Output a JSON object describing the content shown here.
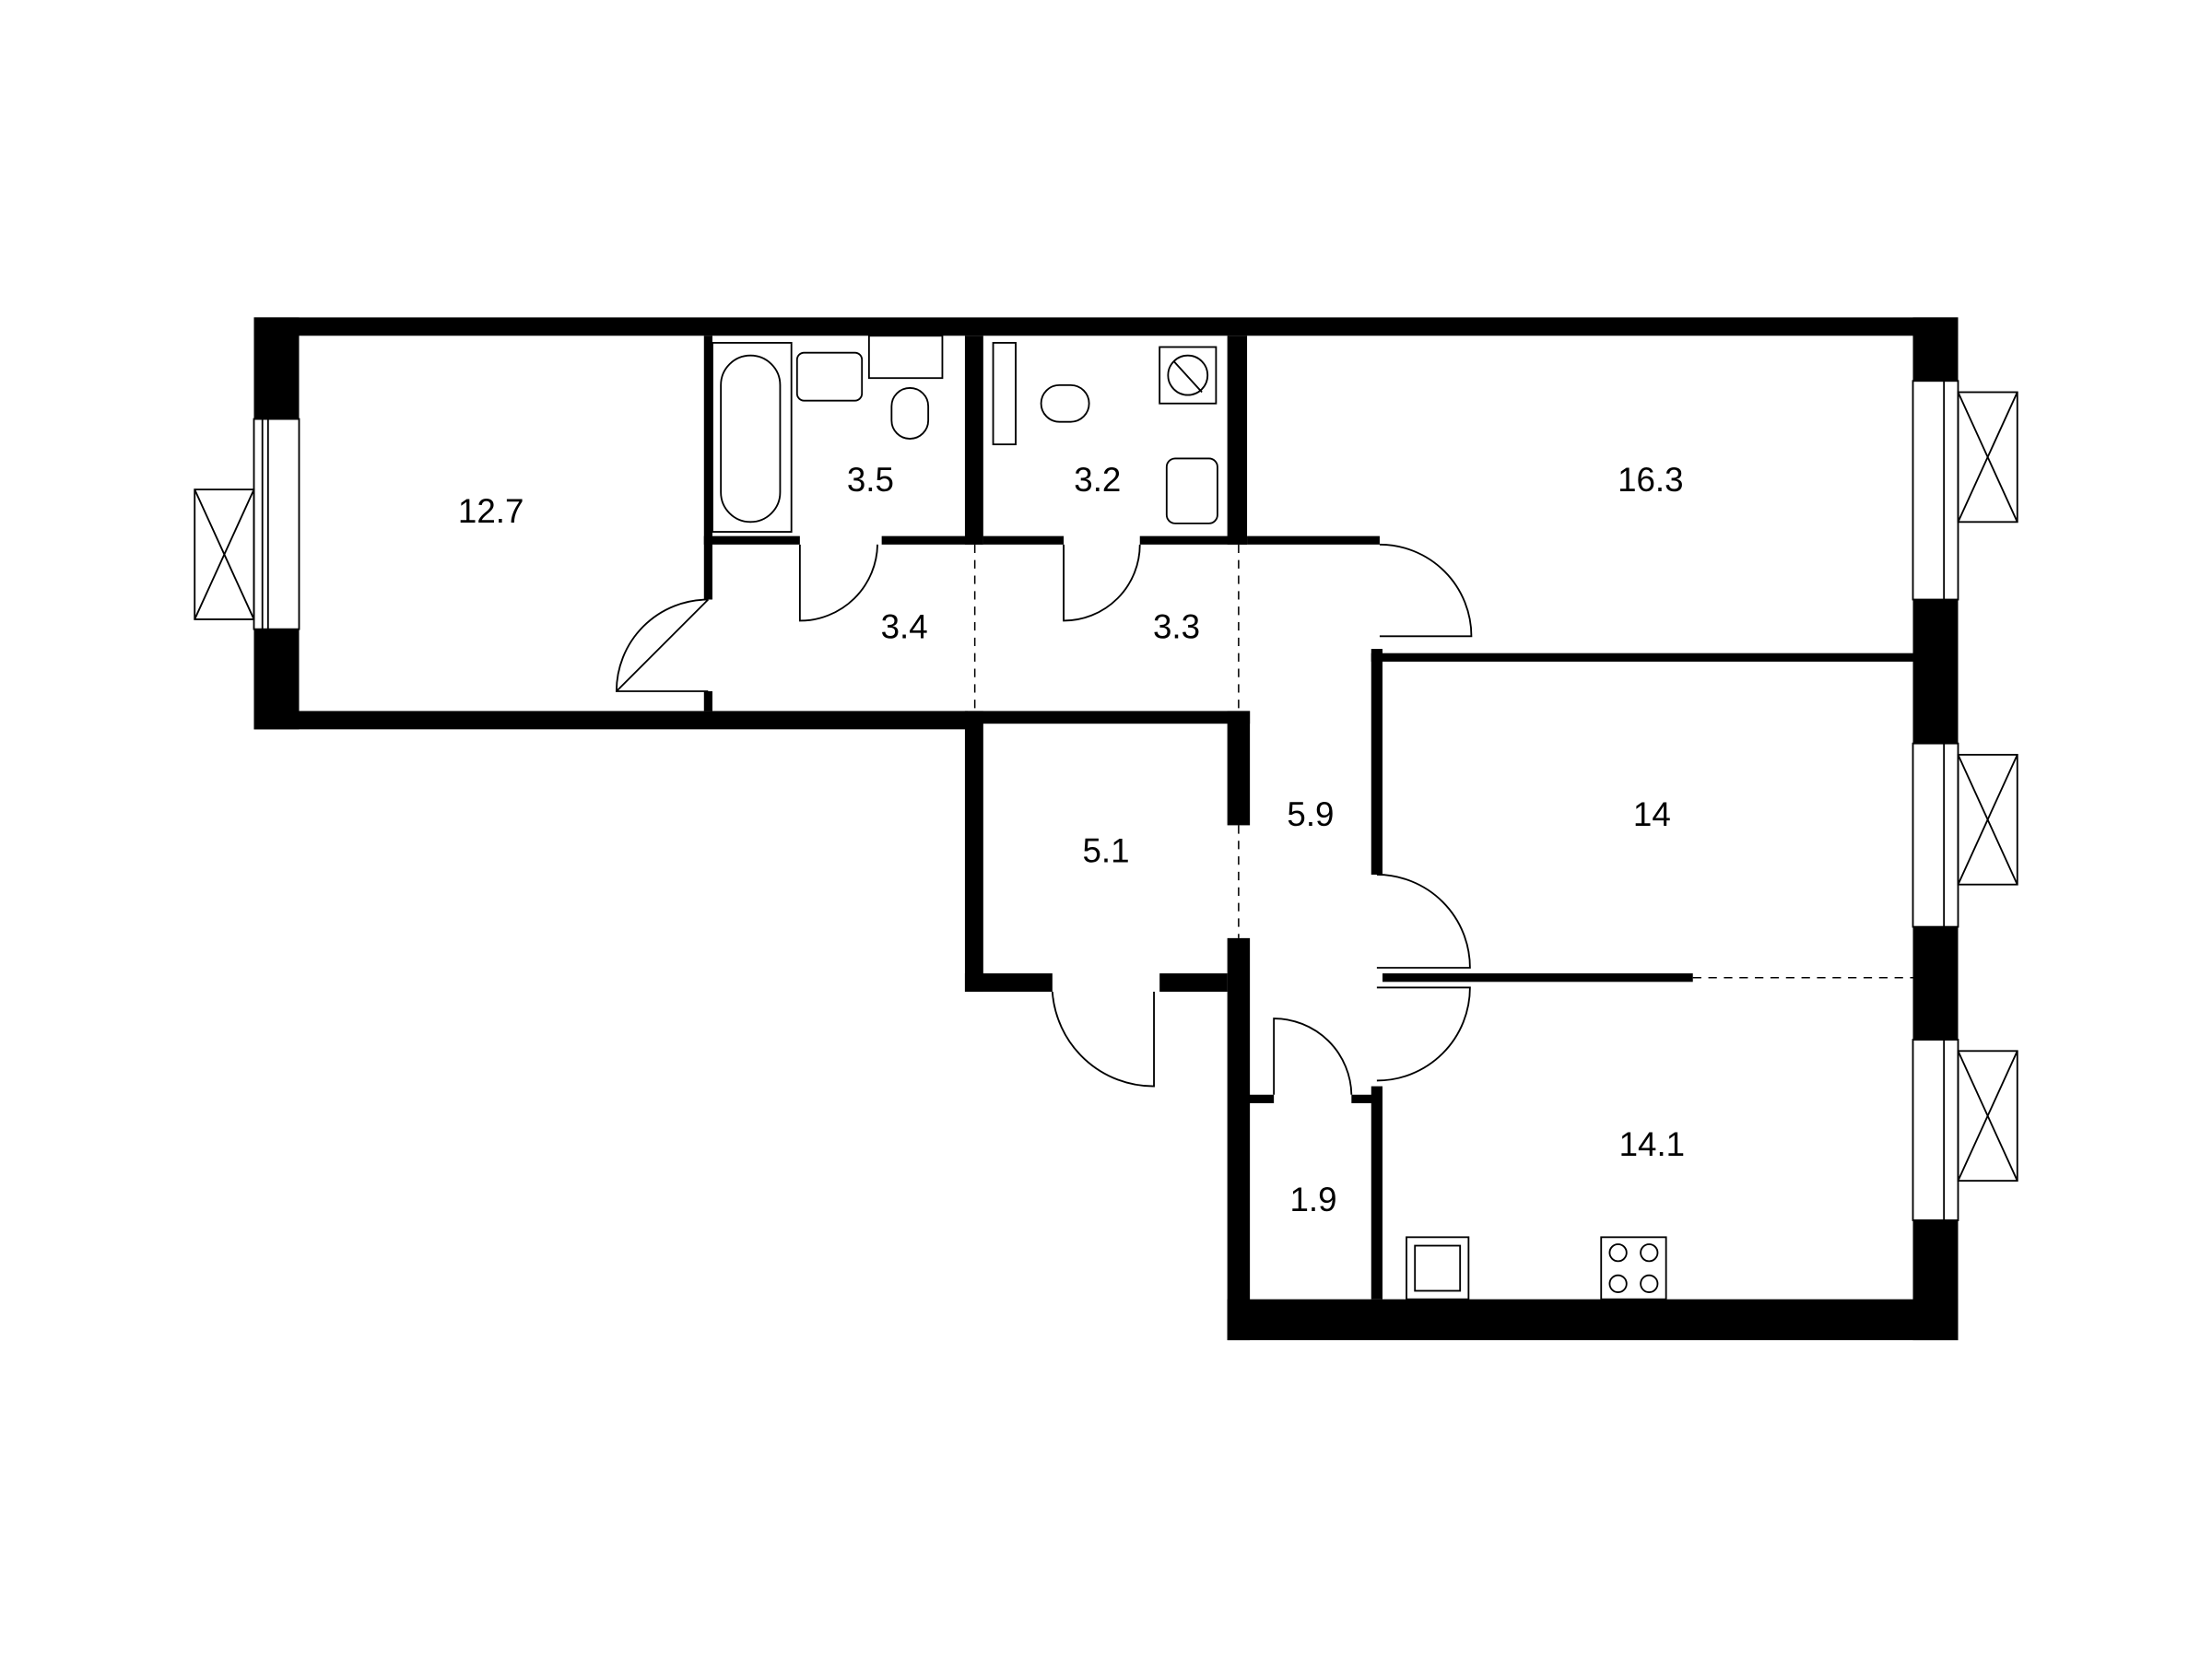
{
  "plan": {
    "wall_color": "#000000",
    "background_color": "#ffffff",
    "rooms": [
      {
        "id": "bedroom-1",
        "area": "12.7"
      },
      {
        "id": "bathroom",
        "area": "3.5"
      },
      {
        "id": "wc",
        "area": "3.2"
      },
      {
        "id": "bedroom-2",
        "area": "16.3"
      },
      {
        "id": "corridor-1",
        "area": "3.4"
      },
      {
        "id": "corridor-2",
        "area": "3.3"
      },
      {
        "id": "hall",
        "area": "5.9"
      },
      {
        "id": "entrance",
        "area": "5.1"
      },
      {
        "id": "bedroom-3",
        "area": "14"
      },
      {
        "id": "kitchen",
        "area": "14.1"
      },
      {
        "id": "storage",
        "area": "1.9"
      }
    ]
  }
}
